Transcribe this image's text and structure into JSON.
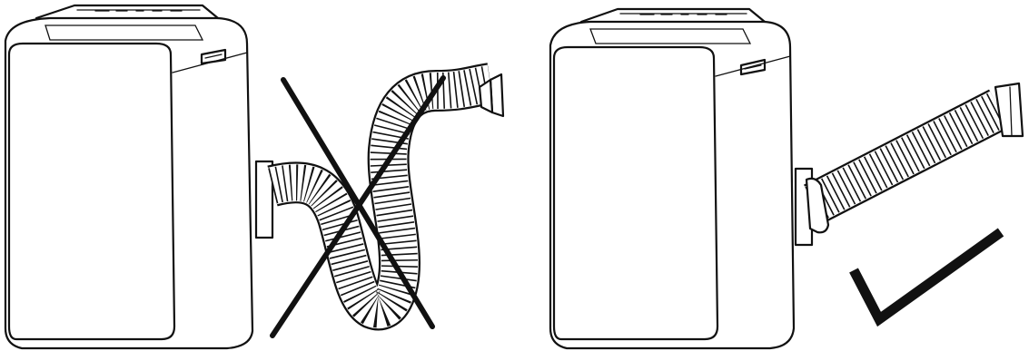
{
  "figure": {
    "panels": [
      {
        "id": "wrong",
        "hose_state": "curved",
        "mark": "cross-mark-icon"
      },
      {
        "id": "correct",
        "hose_state": "straight",
        "mark": "check-mark-icon"
      }
    ],
    "stroke_color": "#111111",
    "background_color": "#ffffff"
  }
}
